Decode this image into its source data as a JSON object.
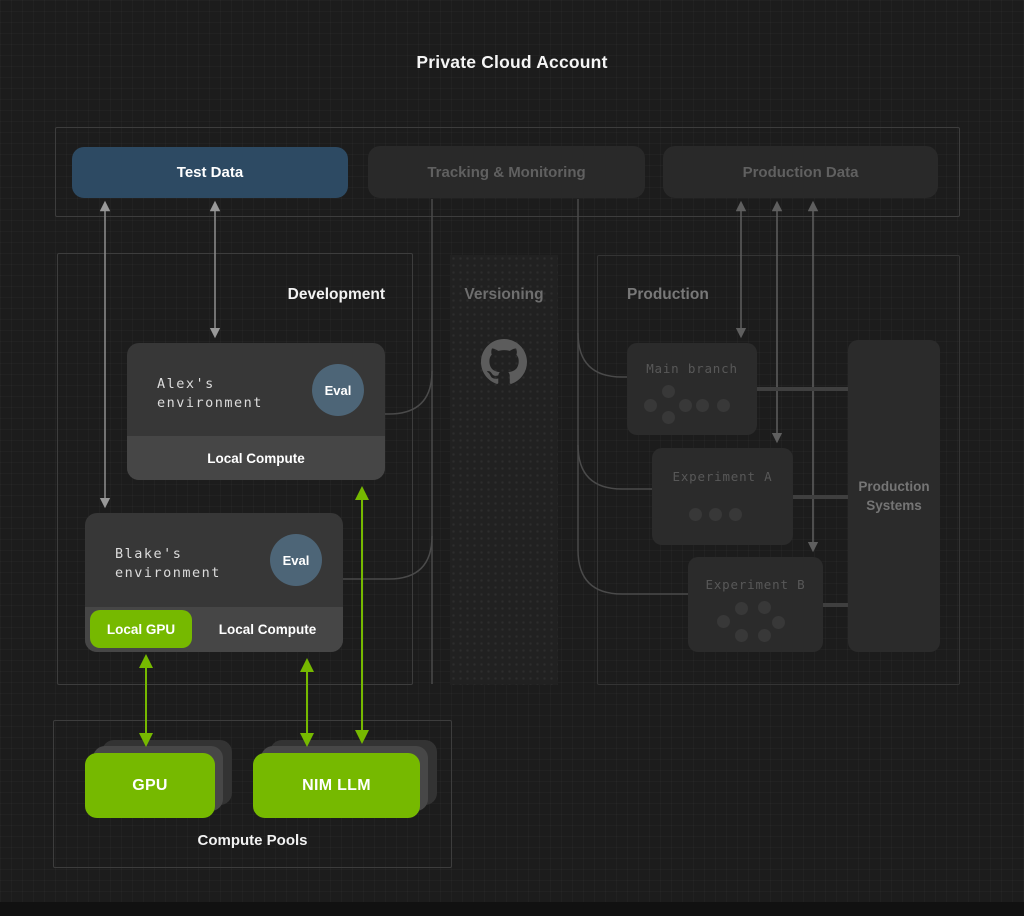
{
  "title": "Private Cloud Account",
  "data_layer": {
    "test_data": "Test Data",
    "tracking": "Tracking & Monitoring",
    "production_data": "Production Data"
  },
  "development": {
    "label": "Development",
    "alex": {
      "name": "Alex's environment",
      "eval": "Eval",
      "compute": "Local Compute"
    },
    "blake": {
      "name": "Blake's environment",
      "eval": "Eval",
      "gpu": "Local GPU",
      "compute": "Local Compute"
    }
  },
  "versioning": {
    "label": "Versioning",
    "icon": "github-icon"
  },
  "production": {
    "label": "Production",
    "main_branch": "Main branch",
    "experiment_a": "Experiment A",
    "experiment_b": "Experiment B",
    "systems": "Production Systems"
  },
  "compute_pools": {
    "label": "Compute Pools",
    "gpu": "GPU",
    "nim_llm": "NIM LLM"
  },
  "colors": {
    "accent_green": "#76b900",
    "accent_blue": "#2d4a63",
    "eval_badge": "#4d6577",
    "background": "#1c1c1c"
  }
}
